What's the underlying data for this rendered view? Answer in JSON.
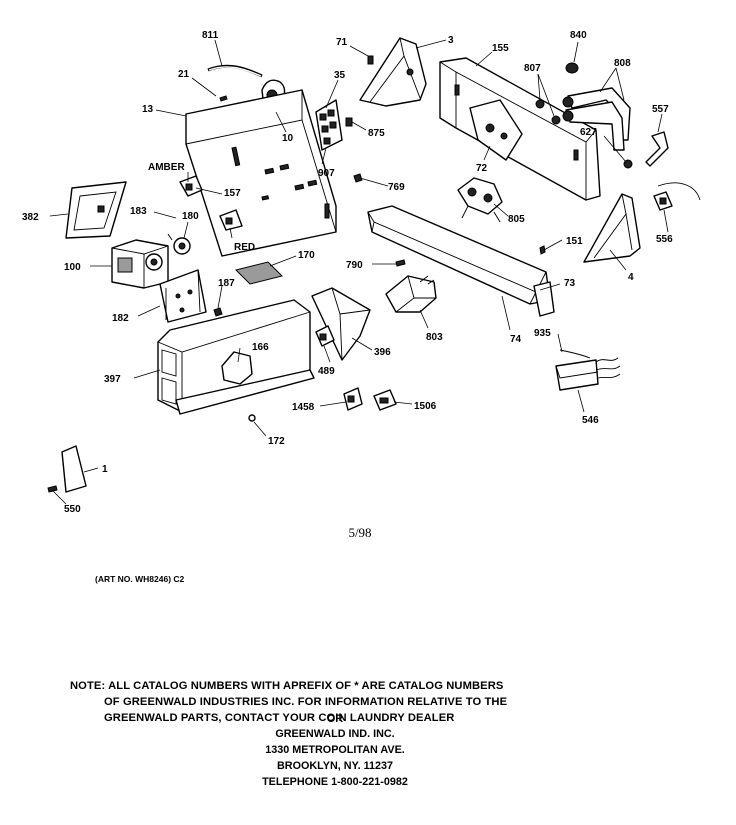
{
  "diagram": {
    "callouts": [
      {
        "id": "811",
        "text": "811"
      },
      {
        "id": "21",
        "text": "21"
      },
      {
        "id": "13",
        "text": "13"
      },
      {
        "id": "10",
        "text": "10"
      },
      {
        "id": "71",
        "text": "71"
      },
      {
        "id": "3",
        "text": "3"
      },
      {
        "id": "35",
        "text": "35"
      },
      {
        "id": "875",
        "text": "875"
      },
      {
        "id": "907",
        "text": "907"
      },
      {
        "id": "155",
        "text": "155"
      },
      {
        "id": "840",
        "text": "840"
      },
      {
        "id": "807",
        "text": "807"
      },
      {
        "id": "808",
        "text": "808"
      },
      {
        "id": "557",
        "text": "557"
      },
      {
        "id": "627",
        "text": "627"
      },
      {
        "id": "72",
        "text": "72"
      },
      {
        "id": "769",
        "text": "769"
      },
      {
        "id": "805",
        "text": "805"
      },
      {
        "id": "556",
        "text": "556"
      },
      {
        "id": "151",
        "text": "151"
      },
      {
        "id": "4",
        "text": "4"
      },
      {
        "id": "amber",
        "text": "AMBER"
      },
      {
        "id": "157",
        "text": "157"
      },
      {
        "id": "382",
        "text": "382"
      },
      {
        "id": "183",
        "text": "183"
      },
      {
        "id": "180",
        "text": "180"
      },
      {
        "id": "red",
        "text": "RED"
      },
      {
        "id": "170",
        "text": "170"
      },
      {
        "id": "100",
        "text": "100"
      },
      {
        "id": "187",
        "text": "187"
      },
      {
        "id": "182",
        "text": "182"
      },
      {
        "id": "790",
        "text": "790"
      },
      {
        "id": "73",
        "text": "73"
      },
      {
        "id": "803",
        "text": "803"
      },
      {
        "id": "74",
        "text": "74"
      },
      {
        "id": "935",
        "text": "935"
      },
      {
        "id": "166",
        "text": "166"
      },
      {
        "id": "396",
        "text": "396"
      },
      {
        "id": "489",
        "text": "489"
      },
      {
        "id": "397",
        "text": "397"
      },
      {
        "id": "1458",
        "text": "1458"
      },
      {
        "id": "1506",
        "text": "1506"
      },
      {
        "id": "546",
        "text": "546"
      },
      {
        "id": "172",
        "text": "172"
      },
      {
        "id": "1",
        "text": "1"
      },
      {
        "id": "550",
        "text": "550"
      }
    ]
  },
  "date_code": "5/98",
  "art_number": "(ART NO. WH8246) C2",
  "note": {
    "line1": "NOTE: ALL CATALOG NUMBERS WITH APREFIX OF * ARE CATALOG NUMBERS",
    "line2": "OF GREENWALD INDUSTRIES INC. FOR INFORMATION RELATIVE TO THE",
    "line3": "GREENWALD PARTS, CONTACT YOUR COIN LAUNDRY DEALER",
    "line4": "OR"
  },
  "address": {
    "company": "GREENWALD IND. INC.",
    "street": "1330 METROPOLITAN AVE.",
    "city": "BROOKLYN, NY. 11237",
    "telephone": "TELEPHONE 1-800-221-0982"
  }
}
